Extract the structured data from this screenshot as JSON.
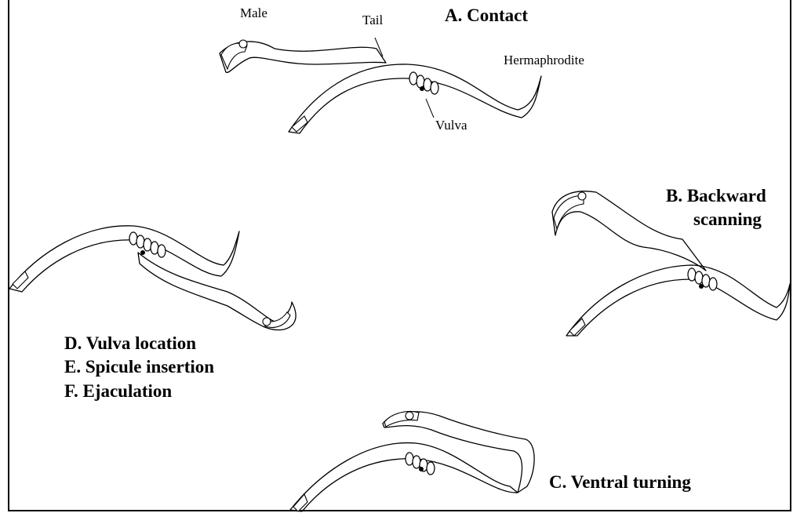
{
  "labels": {
    "male": "Male",
    "tail": "Tail",
    "hermaphrodite": "Hermaphrodite",
    "vulva": "Vulva"
  },
  "steps": {
    "a": "A. Contact",
    "b_line1": "B. Backward",
    "b_line2": "scanning",
    "c": "C. Ventral turning",
    "d": "D. Vulva location",
    "e": "E. Spicule insertion",
    "f": "F. Ejaculation"
  },
  "colors": {
    "ink": "#000000",
    "background": "#ffffff"
  }
}
